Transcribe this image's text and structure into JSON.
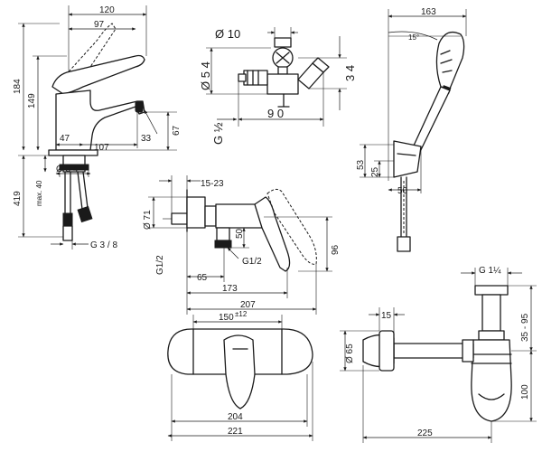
{
  "drawings": {
    "basin_mixer": {
      "dims": {
        "width_120": "120",
        "reach_97": "97",
        "height_184": "184",
        "height_149": "149",
        "spout_47": "47",
        "spout_107": "107",
        "angle_33": "33",
        "height_67": "67",
        "total_419": "419",
        "max_40": "max. 40",
        "dia_34": "Ø 3 4",
        "thread_g38": "G 3 / 8"
      }
    },
    "angle_valve": {
      "dims": {
        "dia_10": "Ø   10",
        "dia_54": "Ø  5 4",
        "height_34": "3 4",
        "thread_g12": "G ½",
        "width_90": "9 0"
      }
    },
    "hand_shower_set": {
      "dims": {
        "length_163": "163",
        "angle_15": "15°",
        "height_53": "53",
        "height_25": "25",
        "width_50": "50"
      }
    },
    "shower_mixer": {
      "dims": {
        "offset_15_23": "15-23",
        "dia_71": "Ø 71",
        "height_50": "50",
        "thread_g12_left": "G1/2",
        "thread_g12_right": "G1/2",
        "width_65": "65",
        "width_173": "173",
        "width_207": "207",
        "height_96": "96",
        "centers_150": "150",
        "centers_tol": "±12",
        "width_204": "204",
        "width_221": "221"
      }
    },
    "bottle_trap": {
      "dims": {
        "thread_g114": "G 1¼",
        "width_15": "15",
        "dia_65": "Ø 65",
        "height_35_95": "35 - 95",
        "height_100": "100",
        "length_225": "225"
      }
    }
  }
}
